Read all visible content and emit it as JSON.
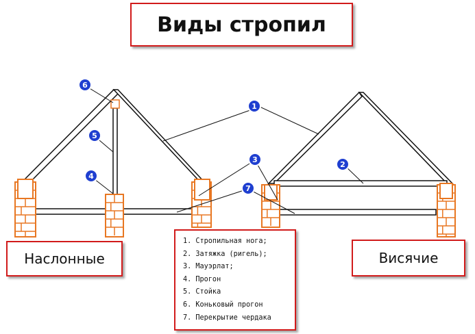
{
  "title": "Виды стропил",
  "left_type": "Наслонные",
  "right_type": "Висячие",
  "legend": [
    "1. Стропильная нога;",
    "2. Затяжка (ригель);",
    "3. Мауэрлат;",
    "4. Прогон",
    "5. Стойка",
    "6. Коньковый прогон",
    "7. Перекрытие чердака"
  ],
  "markers": [
    "1",
    "2",
    "3",
    "4",
    "5",
    "6",
    "7"
  ],
  "colors": {
    "frame": "#d11a1a",
    "brick": "#e87722",
    "marker": "#1f3fd0",
    "line": "#111111"
  }
}
